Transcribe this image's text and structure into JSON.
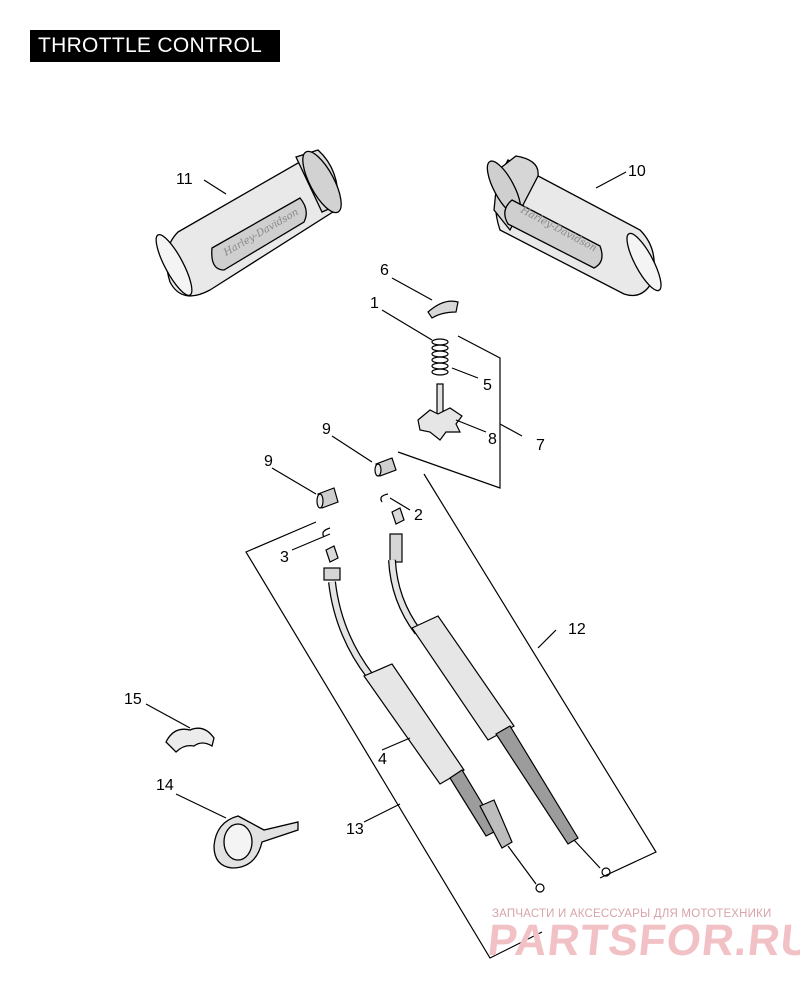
{
  "header": {
    "title": "THROTTLE CONTROL"
  },
  "callouts": {
    "c1": "1",
    "c2": "2",
    "c3": "3",
    "c4": "4",
    "c5": "5",
    "c6": "6",
    "c7": "7",
    "c8": "8",
    "c9a": "9",
    "c9b": "9",
    "c10": "10",
    "c11": "11",
    "c12": "12",
    "c13": "13",
    "c14": "14",
    "c15": "15"
  },
  "grip_branding": {
    "left": "Harley-Davidson",
    "right": "Harley-Davidson"
  },
  "watermark": {
    "tagline": "ЗАПЧАСТИ И АКСЕССУАРЫ ДЛЯ МОТОТЕХНИКИ",
    "logo": "PARTSFOR.RU"
  }
}
